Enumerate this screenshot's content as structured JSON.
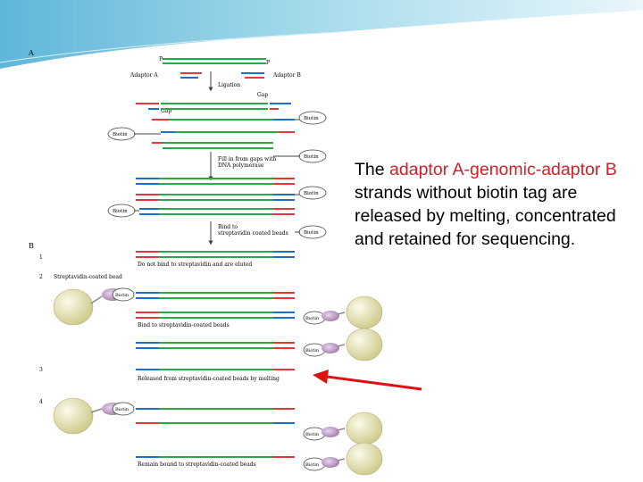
{
  "caption": {
    "prefix": "The ",
    "highlight": "adaptor A-genomic-adaptor B",
    "suffix": " strands without biotin tag are released by melting, concentrated and retained for sequencing."
  },
  "figure": {
    "panel_a_label": "A",
    "panel_b_label": "B",
    "label_p_left": "P",
    "label_p_right": "P",
    "adaptor_a": "Adaptor A",
    "adaptor_b": "Adaptor B",
    "ligation": "Ligation",
    "gap_right": "Gap",
    "gap_left": "Gap",
    "biotin": "Biotin",
    "fill_in": [
      "Fill in from gaps with",
      "DNA polymerase"
    ],
    "bind_to": [
      "Bind to",
      "streptavidin coated beads"
    ],
    "step1": "1",
    "step2": "2",
    "step3": "3",
    "step4": "4",
    "step1_text": "Do not bind to streptavidin and are eluted",
    "step2_text": "Streptavidin-coated bead",
    "bound_text": "Bind to streptavidin-coated beads",
    "released_text": "Released from streptavidin-coated beads by melting",
    "remain_text": "Remain bound to streptavidin-coated beads"
  },
  "colors": {
    "red_strand": "#e03a3a",
    "blue_strand": "#1f6fc8",
    "green_strand": "#2aa84a",
    "caption_highlight": "#d0202a",
    "pointer_arrow": "#dd1111",
    "bead": "#e4e0a8"
  }
}
